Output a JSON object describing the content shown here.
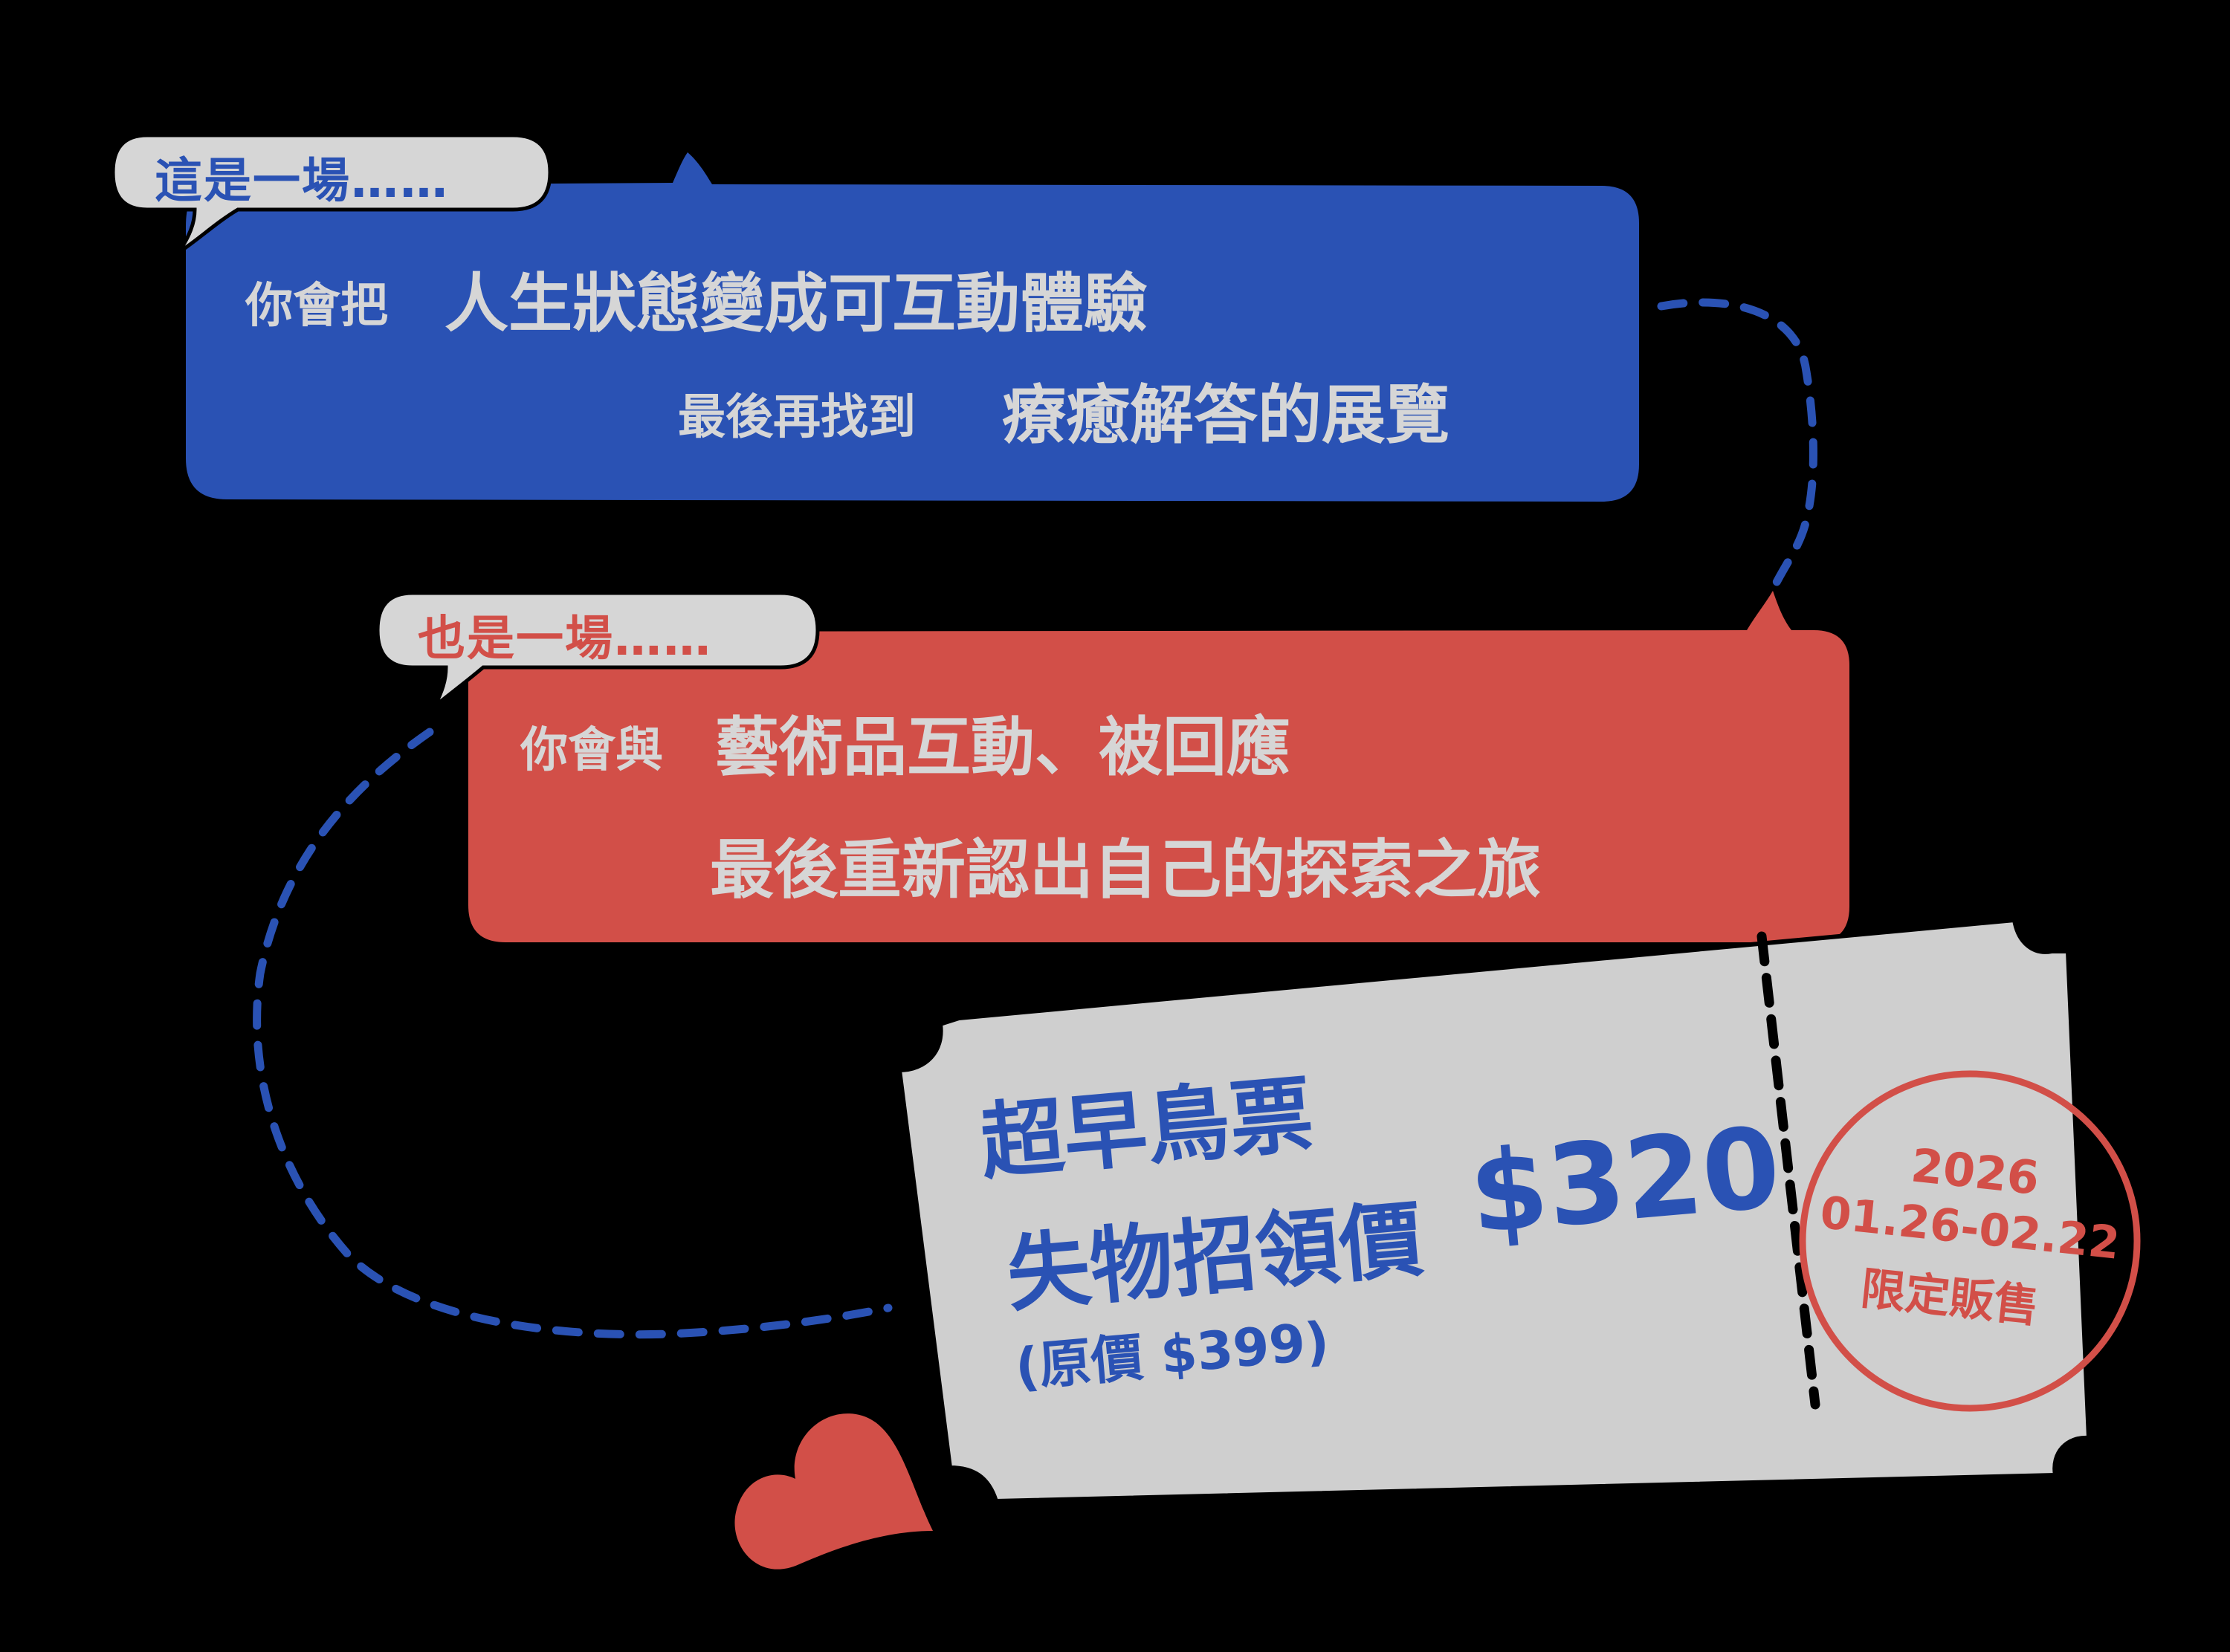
{
  "colors": {
    "background": "#000000",
    "blue": "#2a52b4",
    "red": "#d24f48",
    "grey": "#d6d6d6",
    "ticket": "#cfcfcf"
  },
  "section1": {
    "tag": "這是一場……",
    "line1_small": "你會把",
    "line1_large": "人生狀態變成可互動體驗",
    "line2_small": "最後再找到",
    "line2_large": "療癒解答的展覽"
  },
  "section2": {
    "tag": "也是一場……",
    "line1_small": "你會與",
    "line1_large": "藝術品互動、被回應",
    "line2_large": "最後重新認出自己的探索之旅"
  },
  "ticket": {
    "title": "超早鳥票",
    "price_label": "失物招領價",
    "price": "$320",
    "original_price": "(原價 $399)"
  },
  "stamp": {
    "year": "2026",
    "dates": "01.26-02.22",
    "label": "限定販售"
  },
  "icons": {
    "heart": "heart-icon"
  }
}
